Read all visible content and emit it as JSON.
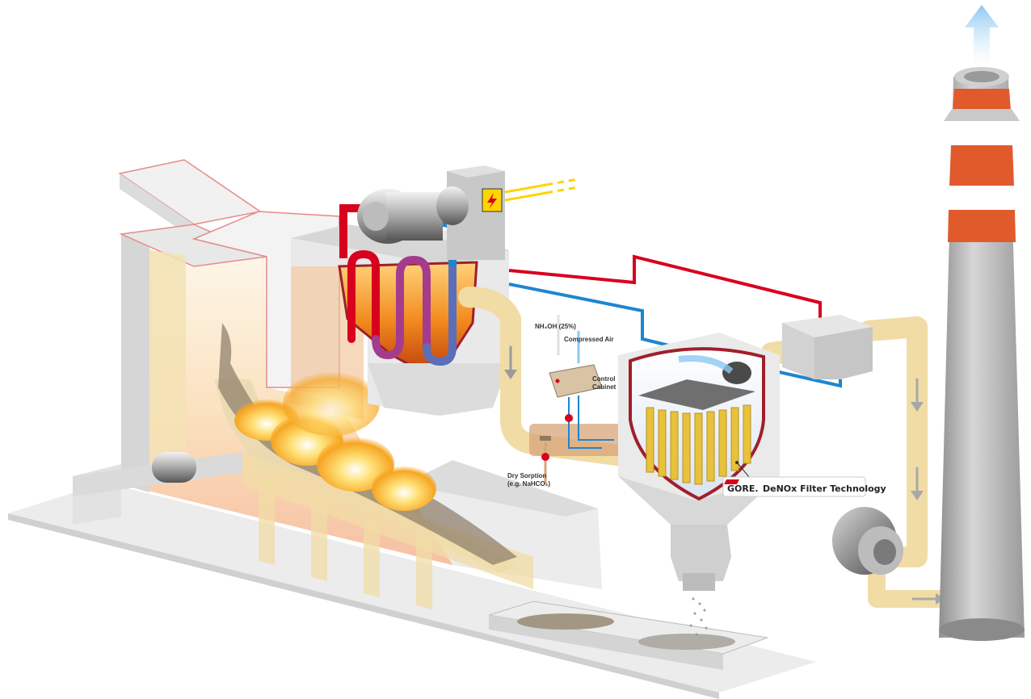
{
  "labels": {
    "ammonia": "NH₄OH (25%)",
    "compressed_air": "Compressed Air",
    "control_cabinet_line1": "Control",
    "control_cabinet_line2": "Cabinet",
    "dry_sorption_line1": "Dry Sorption",
    "dry_sorption_line2": "(e.g. NaHCO₃)",
    "gore_brand": "GORE.",
    "gore_product": "DeNOx Filter Technology"
  },
  "icons": {
    "warning": "high-voltage-warning-icon",
    "exhaust": "exhaust-arrow-icon",
    "brand": "gore-logo-icon"
  },
  "colors": {
    "flue_duct": "#f1dca6",
    "hot_pipe": "#d8001e",
    "cold_pipe": "#1e86d0",
    "chimney_band": "#e05a2c",
    "flame": "#f6a623",
    "filter_frame": "#a01f2a",
    "filter_bags": "#e9c23b"
  }
}
